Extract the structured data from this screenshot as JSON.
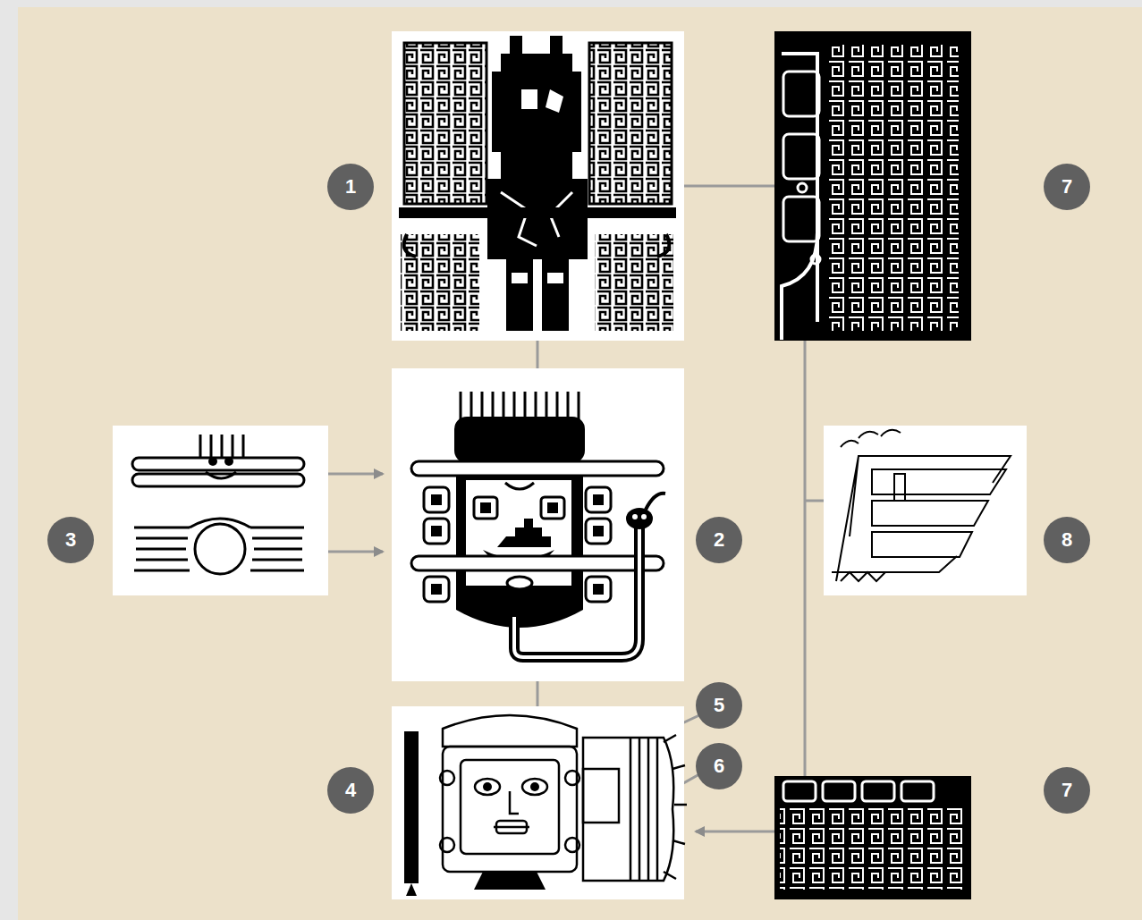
{
  "diagram": {
    "labels": [
      "1",
      "7",
      "3",
      "2",
      "8",
      "5",
      "6",
      "4",
      "7"
    ]
  }
}
